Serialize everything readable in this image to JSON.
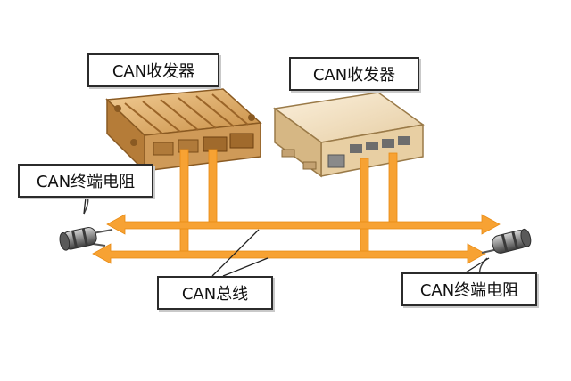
{
  "labels": {
    "transceiver_left": "CAN收发器",
    "transceiver_right": "CAN收发器",
    "terminator_left": "CAN终端电阻",
    "bus": "CAN总线",
    "terminator_right": "CAN终端电阻"
  },
  "colors": {
    "bus_line": "#f7a233",
    "bus_line_dark": "#e88a12",
    "device_left": "#e3b57a",
    "device_right": "#f1dcb8",
    "terminator_body": "#8d8d8d",
    "label_border": "#2b2b2b"
  },
  "icons": [
    "ecu-module-icon",
    "ecu-box-icon",
    "resistor-left-icon",
    "resistor-right-icon"
  ]
}
